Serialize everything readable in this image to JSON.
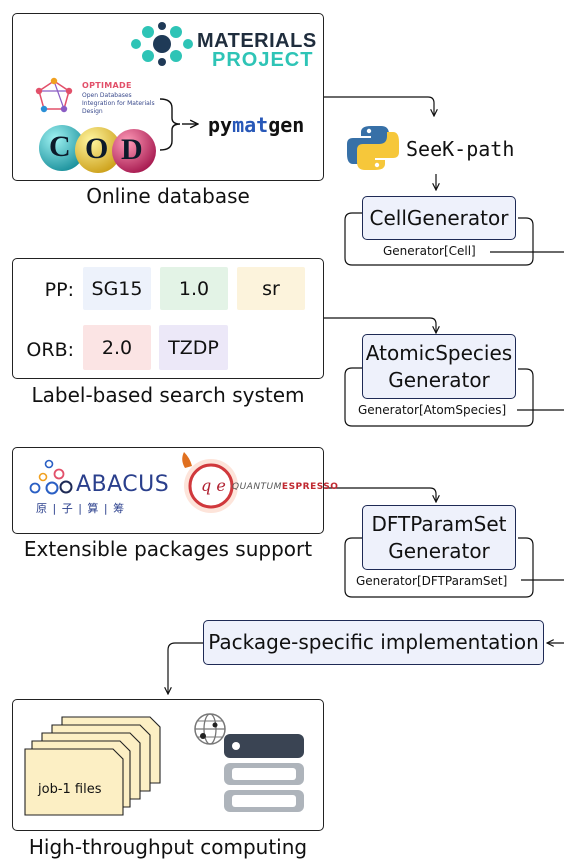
{
  "colors": {
    "generator_fill": "#eef1fb",
    "generator_border": "#1e2a55",
    "chip_blue": "#edf2fb",
    "chip_green": "#e3f3e6",
    "chip_yellow": "#fcf3dc",
    "chip_red": "#fbe4e4",
    "chip_purple": "#ece8f8",
    "server_dark": "#3a4453",
    "server_light": "#aeb4bb",
    "files_fill": "#fcefc4",
    "mp_teal": "#2ec4b6",
    "pymatgen_blue": "#2858b8"
  },
  "database": {
    "materials_project": {
      "line1": "MATERIALS",
      "line2": "PROJECT"
    },
    "optimade": {
      "name": "OPTIMADE",
      "tagline": "Open Databases Integration for Materials Design"
    },
    "cod": {
      "letters": [
        "C",
        "O",
        "D"
      ]
    },
    "pymatgen": {
      "part1": "py",
      "part2": "mat",
      "part3": "gen"
    },
    "caption": "Online database"
  },
  "seekpath": {
    "label": "SeeK-path"
  },
  "generators": {
    "cell": {
      "title": "CellGenerator",
      "output": "Generator[Cell]"
    },
    "atomic_species": {
      "line1": "AtomicSpecies",
      "line2": "Generator",
      "output": "Generator[AtomSpecies]"
    },
    "dft_param_set": {
      "line1": "DFTParamSet",
      "line2": "Generator",
      "output": "Generator[DFTParamSet]"
    }
  },
  "search": {
    "pp_label": "PP:",
    "pp_tags": [
      "SG15",
      "1.0",
      "sr"
    ],
    "orb_label": "ORB:",
    "orb_tags": [
      "2.0",
      "TZDP"
    ],
    "caption": "Label-based search system"
  },
  "packages": {
    "abacus": {
      "name": "ABACUS",
      "chars": "原 | 子 | 算 | 筹"
    },
    "quantum_espresso": {
      "logo_letters": "q e",
      "part1": "QUANTUM",
      "part2": "ESPRESSO"
    },
    "caption": "Extensible packages support"
  },
  "implementation": {
    "label": "Package-specific implementation"
  },
  "htc": {
    "files_label": "job-1 files",
    "caption": "High-throughput computing"
  }
}
